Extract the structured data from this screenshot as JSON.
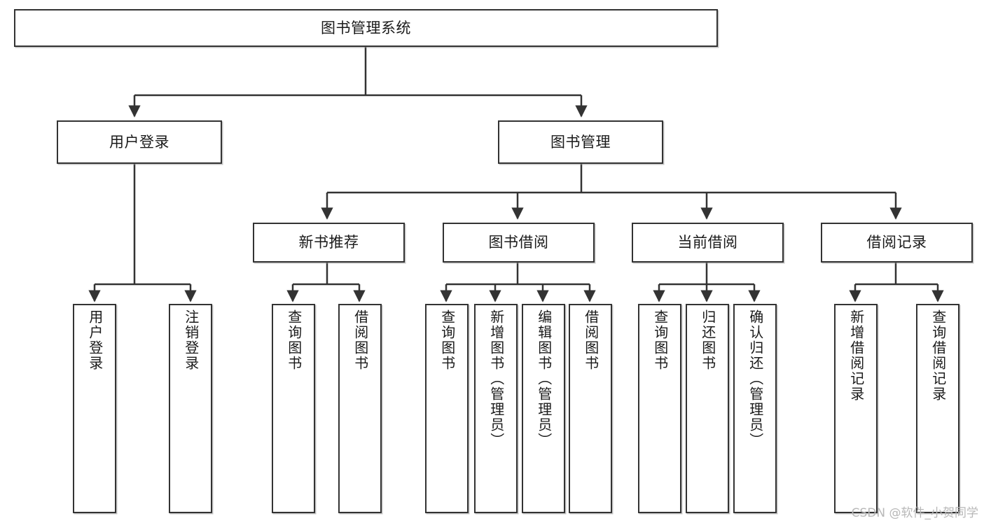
{
  "diagram": {
    "title": "图书管理系统",
    "type": "功能结构图",
    "root": {
      "label": "图书管理系统"
    },
    "level2": [
      {
        "label": "用户登录"
      },
      {
        "label": "图书管理"
      }
    ],
    "level3": [
      {
        "label": "新书推荐"
      },
      {
        "label": "图书借阅"
      },
      {
        "label": "当前借阅"
      },
      {
        "label": "借阅记录"
      }
    ],
    "leaves": {
      "user_login": [
        {
          "label": "用户登录"
        },
        {
          "label": "注销登录"
        }
      ],
      "new_book_recommend": [
        {
          "label": "查询图书"
        },
        {
          "label": "借阅图书"
        }
      ],
      "book_borrow": [
        {
          "label": "查询图书"
        },
        {
          "label": "新增图书（管理员）"
        },
        {
          "label": "编辑图书（管理员）"
        },
        {
          "label": "借阅图书"
        }
      ],
      "current_borrow": [
        {
          "label": "查询图书"
        },
        {
          "label": "归还图书"
        },
        {
          "label": "确认归还（管理员）"
        }
      ],
      "borrow_record": [
        {
          "label": "新增借阅记录"
        },
        {
          "label": "查询借阅记录"
        }
      ]
    }
  },
  "watermark": {
    "text": "CSDN @软件_小贺同学"
  },
  "colors": {
    "stroke": "#333333",
    "box_fill": "#ffffff",
    "text": "#1a1a1a",
    "watermark": "#b8b8b8"
  }
}
